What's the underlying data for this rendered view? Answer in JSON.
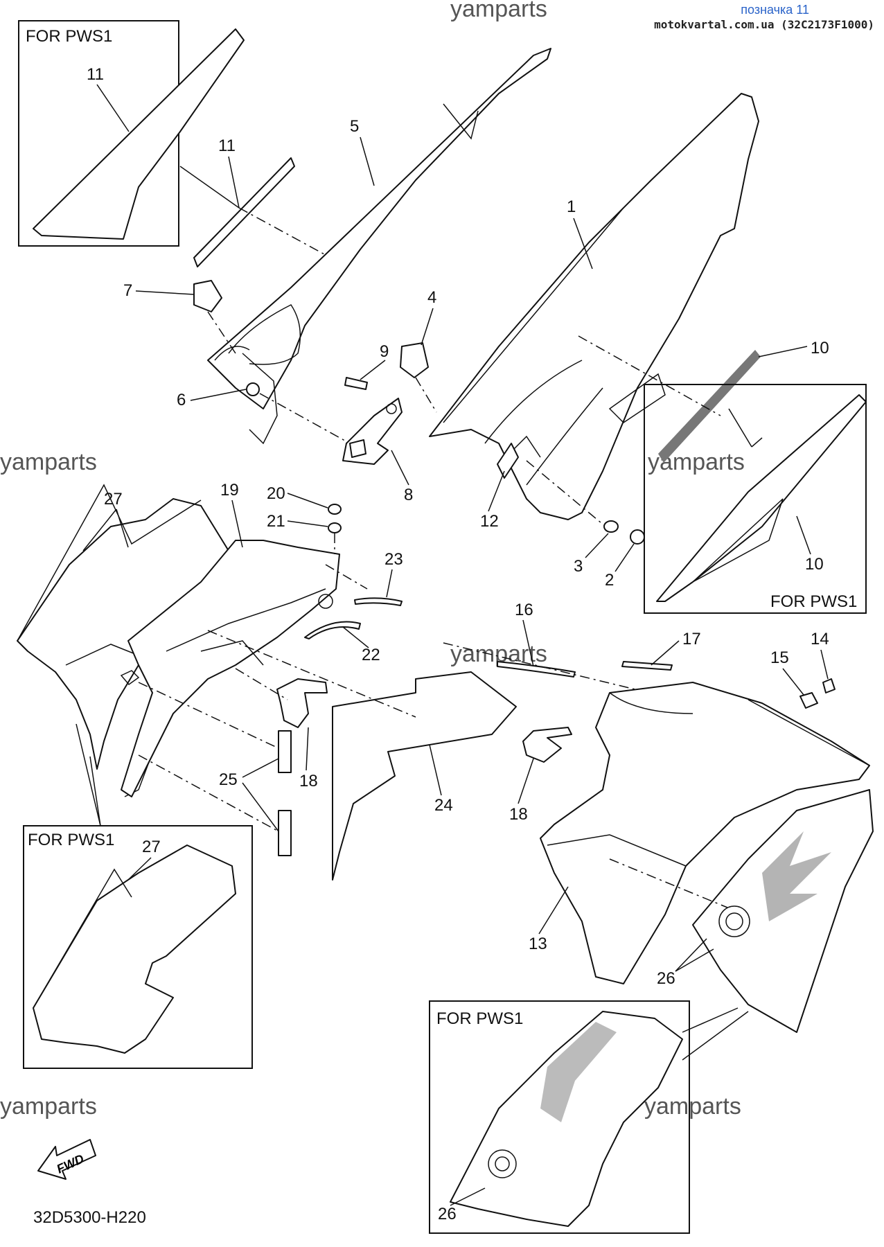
{
  "header": {
    "link_text": "позначка 11",
    "source_text": "motokvartal.com.ua (32C2173F1000)",
    "link_color": "#2a63c9"
  },
  "watermark": "yamparts",
  "insets": {
    "box_11_title": "FOR PWS1",
    "box_10_title": "FOR PWS1",
    "box_27_title": "FOR PWS1",
    "box_26_title": "FOR PWS1"
  },
  "callouts": {
    "c1": "1",
    "c2": "2",
    "c3": "3",
    "c4": "4",
    "c5": "5",
    "c6": "6",
    "c7": "7",
    "c8": "8",
    "c9": "9",
    "c10a": "10",
    "c10b": "10",
    "c11a": "11",
    "c11b": "11",
    "c12": "12",
    "c13": "13",
    "c14": "14",
    "c15": "15",
    "c16": "16",
    "c17": "17",
    "c18a": "18",
    "c18b": "18",
    "c19": "19",
    "c20": "20",
    "c21": "21",
    "c22": "22",
    "c23": "23",
    "c24": "24",
    "c25": "25",
    "c26a": "26",
    "c26b": "26",
    "c27a": "27",
    "c27b": "27"
  },
  "fwd_label": "FWD",
  "diagram_code": "32D5300-H220"
}
